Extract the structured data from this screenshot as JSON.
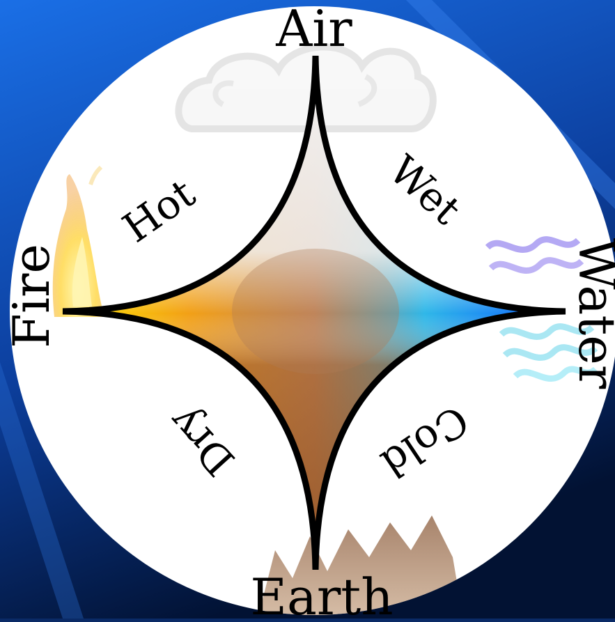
{
  "diagram": {
    "elements": {
      "top": "Air",
      "left": "Fire",
      "right": "Water",
      "bottom": "Earth"
    },
    "qualities": {
      "upper_left": "Hot",
      "upper_right": "Wet",
      "lower_left": "Dry",
      "lower_right": "Cold"
    },
    "icons": [
      "cloud-icon",
      "flame-icon",
      "water-waves-icon",
      "mountains-icon"
    ]
  },
  "colors": {
    "background_light": "#1565d8",
    "background_dark": "#031a4a",
    "circle": "#ffffff",
    "fire": "#ffe600",
    "air": "#f2f2f2",
    "water": "#0a5cff",
    "earth": "#9a5a2a",
    "center": "#c97a45",
    "outline": "#000000"
  }
}
